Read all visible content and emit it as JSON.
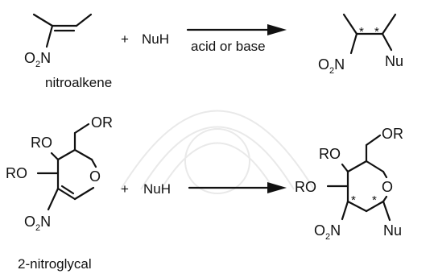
{
  "scheme1": {
    "reactant": {
      "name": "nitroalkene",
      "nitro": "O",
      "nitro_sub": "2",
      "nitro_n": "N"
    },
    "plus": "+",
    "reagent": "NuH",
    "condition": "acid or base",
    "product": {
      "nitro": "O",
      "nitro_sub": "2",
      "nitro_n": "N",
      "nu": "Nu",
      "stereo_mark": "*"
    }
  },
  "scheme2": {
    "reactant": {
      "name": "2-nitroglycal",
      "ro_top": "RO",
      "ro_left": "RO",
      "or_side": "OR",
      "ring_o": "O",
      "nitro": "O",
      "nitro_sub": "2",
      "nitro_n": "N"
    },
    "plus": "+",
    "reagent": "NuH",
    "product": {
      "ro_top": "RO",
      "ro_left": "RO",
      "or_side": "OR",
      "ring_o": "O",
      "nitro": "O",
      "nitro_sub": "2",
      "nitro_n": "N",
      "nu": "Nu",
      "stereo_mark": "*"
    }
  },
  "colors": {
    "ink": "#111111",
    "watermark": "#e9e9e9"
  }
}
